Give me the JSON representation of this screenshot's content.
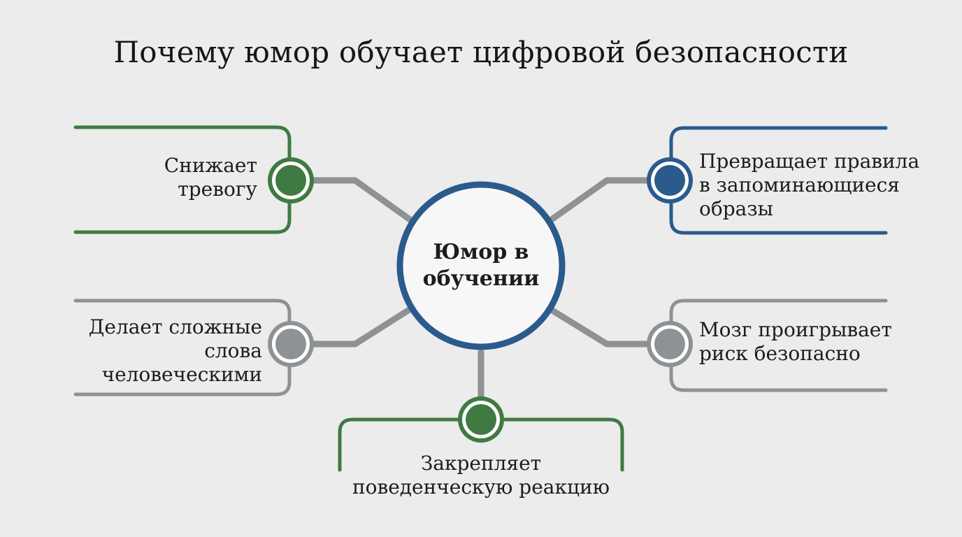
{
  "title": "Почему юмор обучает цифровой безопасности",
  "center": {
    "line1": "Юмор в",
    "line2": "обучении"
  },
  "nodes": {
    "anxiety": {
      "line1": "Снижает",
      "line2": "тревогу",
      "color": "#3f7a42"
    },
    "human": {
      "line1": "Делает сложные",
      "line2": "слова",
      "line3": "человеческими",
      "color": "#8e9295"
    },
    "reinforce": {
      "line1": "Закрепляет",
      "line2": "поведенческую реакцию",
      "color": "#3f7a42"
    },
    "rules": {
      "line1": "Превращает правила",
      "line2": "в запоминающиеся",
      "line3": "образы",
      "color": "#2b5a8c"
    },
    "brain": {
      "line1": "Мозг проигрывает",
      "line2": "риск безопасно",
      "color": "#8e9295"
    }
  },
  "colors": {
    "background": "#ececec",
    "connector": "#8e9295",
    "center_ring": "#2b5a8c",
    "green": "#3f7a42",
    "blue": "#2b5a8c",
    "gray": "#8e9295"
  }
}
